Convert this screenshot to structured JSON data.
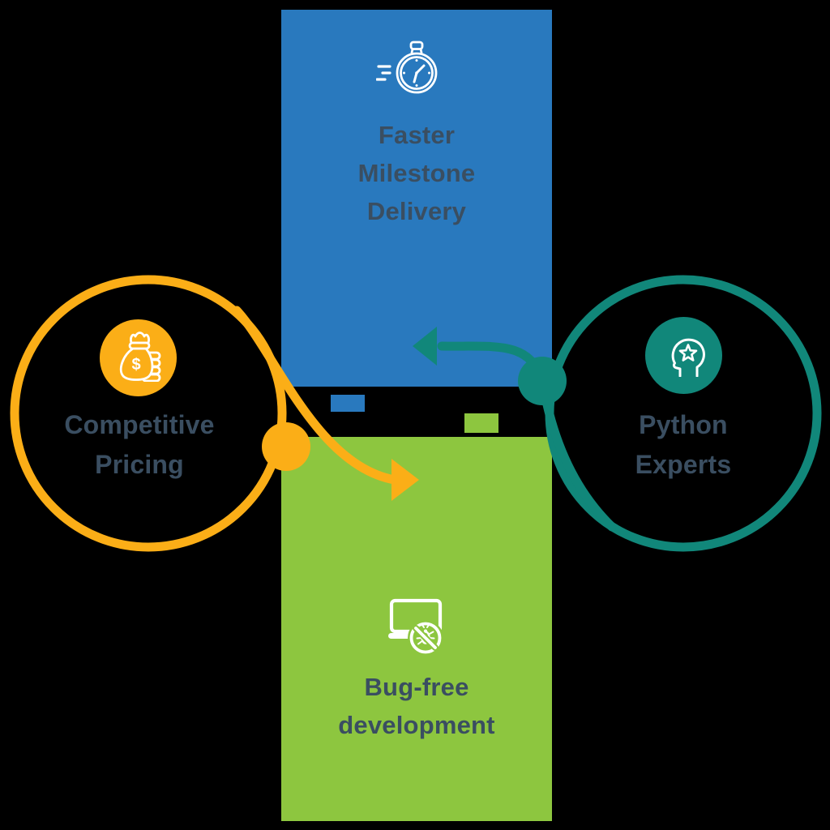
{
  "diagram": {
    "background": "#000000",
    "text_color": "#3A4E61",
    "items": {
      "top": {
        "title": "Faster\nMilestone\nDelivery",
        "icon": "stopwatch-icon",
        "color": "#2979BE"
      },
      "bottom": {
        "title": "Bug-free\ndevelopment",
        "icon": "laptop-no-bug-icon",
        "color": "#8DC63F"
      },
      "left": {
        "title": "Competitive\nPricing",
        "icon": "money-bag-icon",
        "color": "#FBAE17"
      },
      "right": {
        "title": "Python\nExperts",
        "icon": "head-star-icon",
        "color": "#11877A"
      }
    }
  }
}
